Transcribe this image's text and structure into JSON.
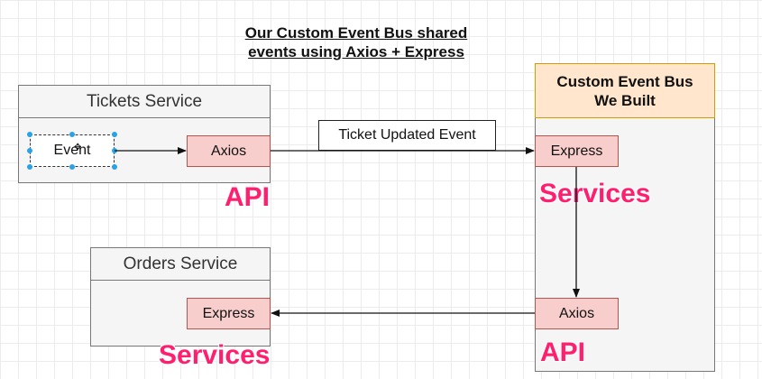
{
  "title": {
    "line1": "Our Custom Event Bus shared",
    "line2": "events using Axios + Express"
  },
  "tickets_service": {
    "title": "Tickets Service",
    "event_label": "Event",
    "axios_label": "Axios",
    "tag": "API"
  },
  "message": {
    "label": "Ticket Updated Event"
  },
  "event_bus": {
    "title_line1": "Custom Event Bus",
    "title_line2": "We Built",
    "express_label": "Express",
    "axios_label": "Axios",
    "tag_services": "Services",
    "tag_api": "API"
  },
  "orders_service": {
    "title": "Orders Service",
    "express_label": "Express",
    "tag": "Services"
  },
  "colors": {
    "chip_fill": "#f8cecc",
    "chip_border": "#b85450",
    "bus_header_fill": "#ffe6cc",
    "bus_header_border": "#d79b00",
    "tag_color": "#ff1f6e",
    "selection_handle": "#29a3e6"
  }
}
